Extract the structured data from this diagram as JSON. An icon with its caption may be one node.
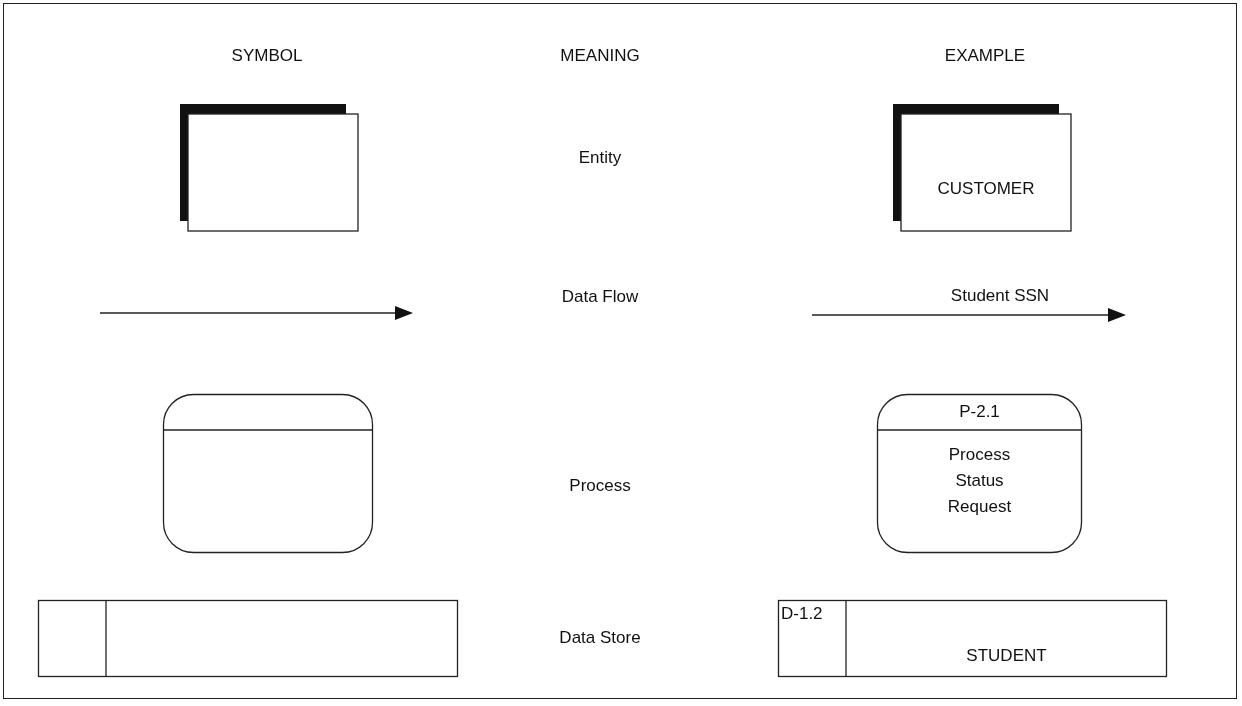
{
  "diagram": {
    "nodes": [
      {
        "text": [],
        "shape": "box"
      },
      {
        "text": [
          "CUSTOMER"
        ]
      },
      {
        "text": [],
        "shape": "box"
      },
      {
        "text": [
          "P-2.1",
          "Process Status Request"
        ]
      },
      {
        "text": [],
        "shape": "box"
      },
      {
        "text": [
          "D-1.2",
          "STUDENT"
        ]
      }
    ],
    "labels": [
      "SYMBOL",
      "MEANING",
      "EXAMPLE",
      "Entity",
      "Data Flow",
      "Student SSN",
      "Process",
      "Data Store"
    ]
  }
}
